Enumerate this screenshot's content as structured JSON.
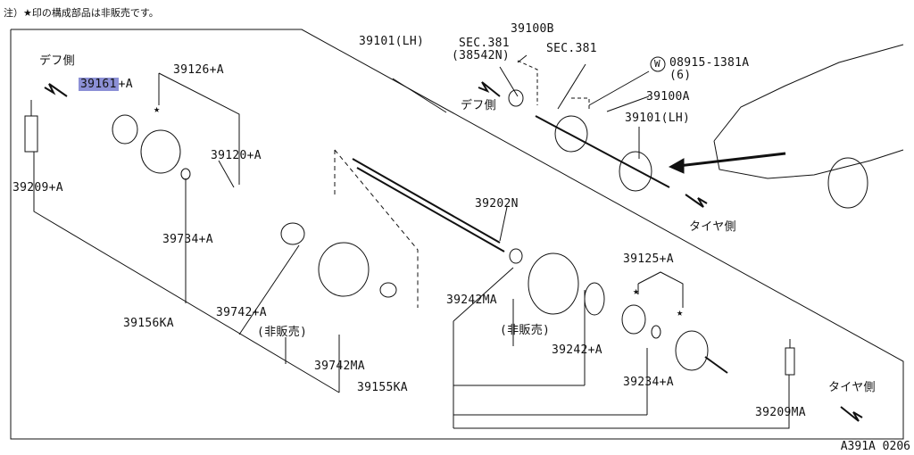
{
  "note": "注）★印の構成部品は非販売です。",
  "reference": "A391A 0206",
  "side_labels": {
    "diff_side_left": "デフ側",
    "diff_side_right": "デフ側",
    "tire_side_top": "タイヤ側",
    "tire_side_bottom": "タイヤ側"
  },
  "parts": {
    "p39101_top": "39101(LH)",
    "p39100B": "39100B",
    "sec381_a": "SEC.381",
    "sec381_a_sub": "(38542N)",
    "sec381_b": "SEC.381",
    "p08915": "08915-1381A",
    "p08915_qty": "(6)",
    "p08915_w": "W",
    "p39100A": "39100A",
    "p39101_mid": "39101(LH)",
    "p39161": "39161",
    "p39161_suffix": "+A",
    "p39126": "39126+A",
    "p39120": "39120+A",
    "p39209A": "39209+A",
    "p39734": "39734+A",
    "p39202N": "39202N",
    "p39742_a": "39742+A",
    "not_sold_1": "(非販売)",
    "p39742MA": "39742MA",
    "p39156KA": "39156KA",
    "p39242MA": "39242MA",
    "not_sold_2": "(非販売)",
    "p39242A": "39242+A",
    "p39155KA": "39155KA",
    "p39125": "39125+A",
    "p39234": "39234+A",
    "p39209MA": "39209MA"
  },
  "colors": {
    "highlight": "#8c90d6",
    "line": "#111111"
  }
}
